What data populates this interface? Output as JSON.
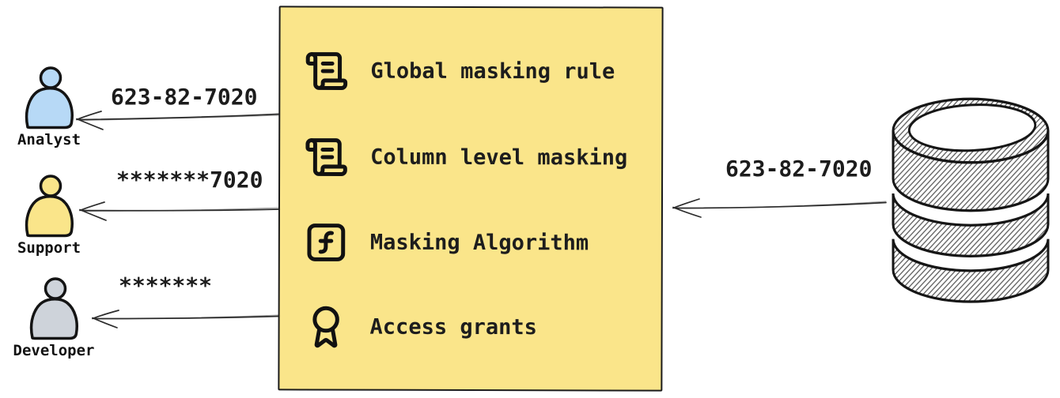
{
  "masking_box": {
    "background_color": "#fae58a",
    "border_color": "#1b1b1b",
    "items": [
      {
        "label": "Global masking rule",
        "icon": "scroll-text-icon"
      },
      {
        "label": "Column level masking",
        "icon": "scroll-text-icon"
      },
      {
        "label": "Masking Algorithm",
        "icon": "function-square-icon"
      },
      {
        "label": "Access grants",
        "icon": "award-icon"
      }
    ]
  },
  "source_database": {
    "icon": "database-icon",
    "original_value": "623-82-7020"
  },
  "flows": {
    "inbound": {
      "value": "623-82-7020"
    },
    "outbound": [
      {
        "persona": "Analyst",
        "value": "623-82-7020",
        "color": "#b7d9f6"
      },
      {
        "persona": "Support",
        "value": "*******7020",
        "color": "#fae58a"
      },
      {
        "persona": "Developer",
        "value": "*******",
        "color": "#ced3da"
      }
    ]
  }
}
